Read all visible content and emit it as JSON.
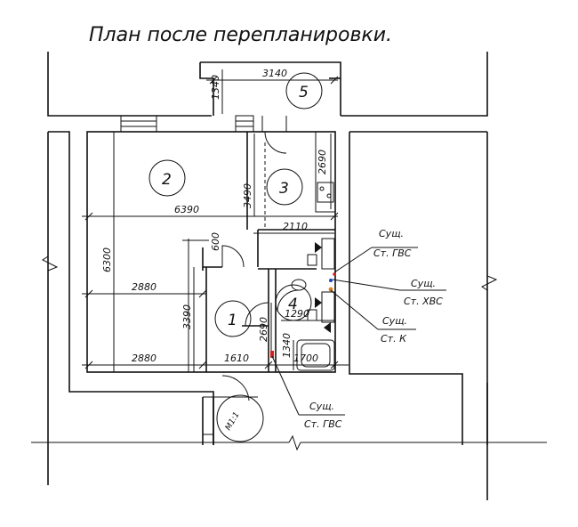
{
  "title": "План после перепланировки.",
  "dimensions": {
    "balcony_width": "3140",
    "balcony_depth": "1340",
    "room3_height": "2690",
    "room2_height": "3490",
    "total_width": "6390",
    "corridor_width": "2110",
    "door_600": "600",
    "total_height": "6300",
    "left_width_1": "2880",
    "middle_height": "3390",
    "left_width_2": "2880",
    "room1_width": "1610",
    "room4_width": "1700",
    "room4_height_a": "1290",
    "room4_height_b": "2690",
    "room4_height_c": "1340",
    "stair_label": "M1:1"
  },
  "rooms": {
    "r1": "1",
    "r2": "2",
    "r3": "3",
    "r4": "4",
    "r5": "5"
  },
  "notes": {
    "gvs_top_1": "Сущ.",
    "gvs_top_2": "Ст. ГВС",
    "hvs_1": "Сущ.",
    "hvs_2": "Ст. ХВС",
    "k_1": "Сущ.",
    "k_2": "Ст. К",
    "gvs_bottom_1": "Сущ.",
    "gvs_bottom_2": "Ст. ГВС"
  },
  "colors": {
    "line": "#111111",
    "hot_pipe": "#d42020",
    "cold_pipe": "#2040c0",
    "sewer_pipe": "#e08020"
  }
}
